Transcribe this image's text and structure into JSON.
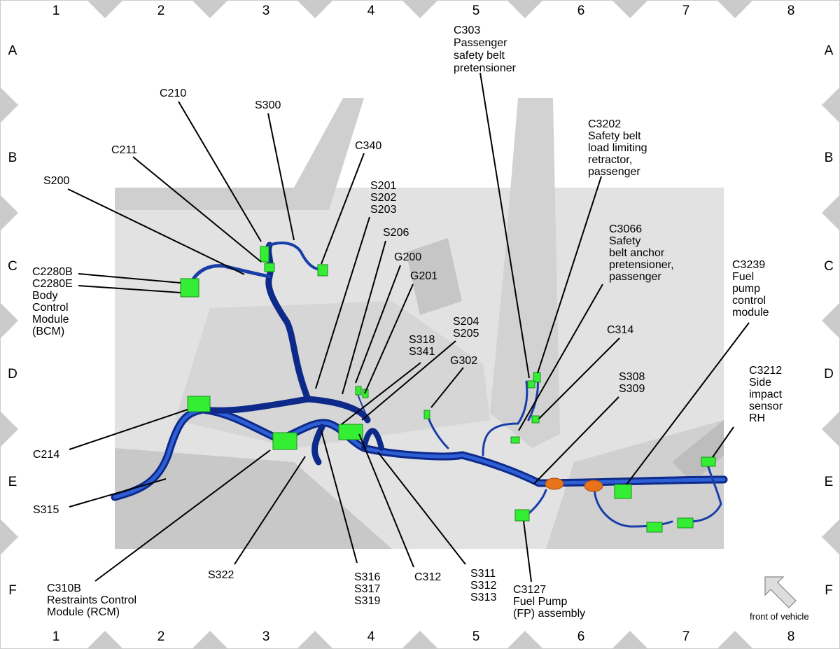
{
  "grid": {
    "columns": [
      "1",
      "2",
      "3",
      "4",
      "5",
      "6",
      "7",
      "8"
    ],
    "rows": [
      "A",
      "B",
      "C",
      "D",
      "E",
      "F"
    ]
  },
  "colors": {
    "harness": "#1a3ea8",
    "connector": "#33ee33",
    "grommet": "#e8731a",
    "body_panel": "#d9d9d9"
  },
  "callouts": [
    {
      "id": "c303",
      "lines": [
        "C303",
        "Passenger",
        "safety belt",
        "pretensioner"
      ]
    },
    {
      "id": "c210",
      "lines": [
        "C210"
      ]
    },
    {
      "id": "s300",
      "lines": [
        "S300"
      ]
    },
    {
      "id": "c3202",
      "lines": [
        "C3202",
        "Safety belt",
        "load limiting",
        "retractor,",
        "passenger"
      ]
    },
    {
      "id": "c211",
      "lines": [
        "C211"
      ]
    },
    {
      "id": "c340",
      "lines": [
        "C340"
      ]
    },
    {
      "id": "s200",
      "lines": [
        "S200"
      ]
    },
    {
      "id": "s201",
      "lines": [
        "S201",
        "S202",
        "S203"
      ]
    },
    {
      "id": "s206",
      "lines": [
        "S206"
      ]
    },
    {
      "id": "c3066",
      "lines": [
        "C3066",
        "Safety",
        "belt anchor",
        "pretensioner,",
        "passenger"
      ]
    },
    {
      "id": "g200",
      "lines": [
        "G200"
      ]
    },
    {
      "id": "c2280",
      "lines": [
        "C2280B",
        "C2280E",
        "Body",
        "Control",
        "Module",
        "(BCM)"
      ]
    },
    {
      "id": "g201",
      "lines": [
        "G201"
      ]
    },
    {
      "id": "c3239",
      "lines": [
        "C3239",
        "Fuel",
        "pump",
        "control",
        "module"
      ]
    },
    {
      "id": "s204",
      "lines": [
        "S204",
        "S205"
      ]
    },
    {
      "id": "c314",
      "lines": [
        "C314"
      ]
    },
    {
      "id": "s318",
      "lines": [
        "S318",
        "S341"
      ]
    },
    {
      "id": "g302",
      "lines": [
        "G302"
      ]
    },
    {
      "id": "c3212",
      "lines": [
        "C3212",
        "Side",
        "impact",
        "sensor",
        "RH"
      ]
    },
    {
      "id": "s308",
      "lines": [
        "S308",
        "S309"
      ]
    },
    {
      "id": "c214",
      "lines": [
        "C214"
      ]
    },
    {
      "id": "s315",
      "lines": [
        "S315"
      ]
    },
    {
      "id": "s322",
      "lines": [
        "S322"
      ]
    },
    {
      "id": "c310b",
      "lines": [
        "C310B",
        "Restraints Control",
        "Module (RCM)"
      ]
    },
    {
      "id": "s316",
      "lines": [
        "S316",
        "S317",
        "S319"
      ]
    },
    {
      "id": "c312",
      "lines": [
        "C312"
      ]
    },
    {
      "id": "s311",
      "lines": [
        "S311",
        "S312",
        "S313"
      ]
    },
    {
      "id": "c3127",
      "lines": [
        "C3127",
        "Fuel Pump",
        "(FP) assembly"
      ]
    }
  ],
  "orientation": {
    "label": "front of vehicle",
    "icon": "arrow-up-left-icon"
  }
}
